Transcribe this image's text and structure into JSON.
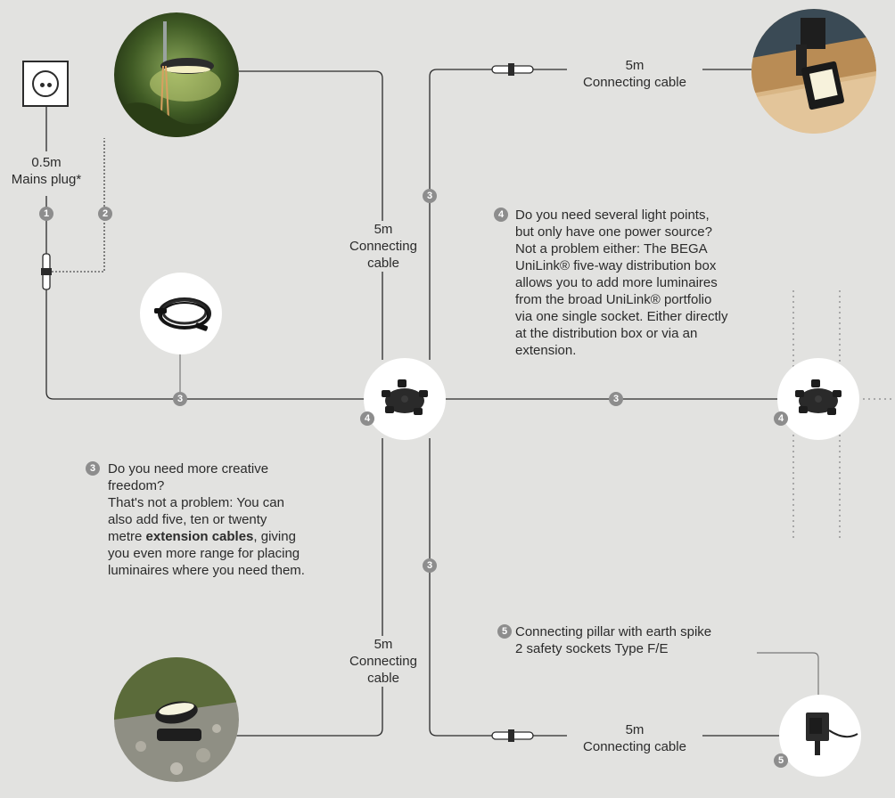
{
  "mains": {
    "length": "0.5m",
    "label": "Mains plug*",
    "badge1": "1",
    "badge2": "2"
  },
  "top_left_cable": {
    "length": "5m",
    "line2": "Connecting",
    "line3": "cable"
  },
  "bottom_left_cable": {
    "length": "5m",
    "line2": "Connecting",
    "line3": "cable"
  },
  "top_right_cable": {
    "length": "5m",
    "label": "Connecting cable"
  },
  "bottom_right_cable": {
    "length": "5m",
    "label": "Connecting cable"
  },
  "badges": {
    "b3": "3",
    "b4": "4",
    "b5": "5"
  },
  "note3": {
    "badge": "3",
    "line1": "Do you need more creative",
    "line2": "freedom?",
    "line3": "That's not a problem: You can",
    "line4": "also add five, ten or twenty",
    "line5_pre": "metre ",
    "line5_bold": "extension cables",
    "line5_post": ", giving",
    "line6": "you even more range for placing",
    "line7": "luminaires where you need them."
  },
  "note4": {
    "badge": "4",
    "line1": "Do you need several light points,",
    "line2": "but only have one power source?",
    "line3": "Not a problem either: The BEGA",
    "line4": "UniLink® five-way distribution box",
    "line5": "allows you to add more luminaires",
    "line6": "from the broad UniLink® portfolio",
    "line7": "via one single socket. Either directly",
    "line8": "at the distribution box or via an",
    "line9": "extension."
  },
  "note5": {
    "badge": "5",
    "line1": "Connecting pillar with earth spike",
    "line2": "2 safety sockets Type F/E"
  },
  "colors": {
    "background": "#e2e2e0",
    "wire": "#2b2b2b",
    "badge": "#8d8d8d",
    "dotted": "#a8a8a8"
  }
}
